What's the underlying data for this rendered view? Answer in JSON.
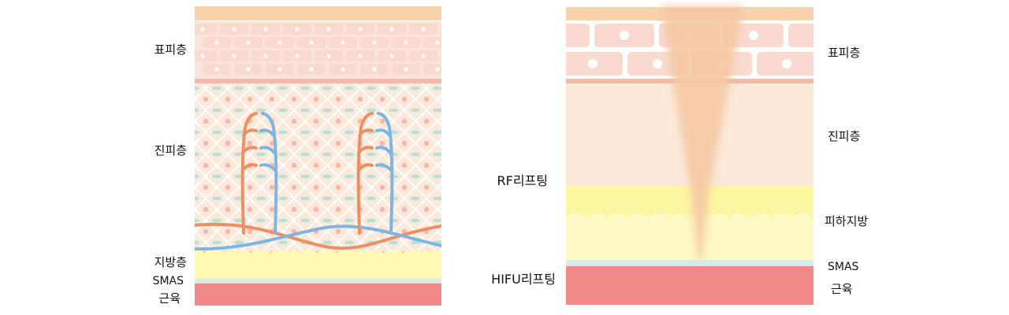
{
  "left_panel": {
    "labels": {
      "epidermis": "표피층",
      "dermis": "진피층",
      "fat": "지방층",
      "smas": "SMAS",
      "muscle": "근육"
    }
  },
  "right_panel": {
    "labels": {
      "epidermis": "표피층",
      "dermis": "진피층",
      "subcutaneous_fat": "피하지방",
      "smas": "SMAS",
      "muscle": "근육"
    },
    "depth_labels": {
      "rf": "RF리프팅",
      "hifu": "HIFU리프팅"
    }
  },
  "colors": {
    "stratum_corneum": "#f9d3ab",
    "brick": "#f9d9d0",
    "brick_bg": "#fbe4dc",
    "basal_line": "#f3b9aa",
    "dermis": "#fce9da",
    "fat": "#fef9b3",
    "smas": "#d4eef0",
    "muscle": "#f0898a",
    "artery": "#ee8f62",
    "vein": "#7fb5e3",
    "beam": "#f5c8a3"
  }
}
